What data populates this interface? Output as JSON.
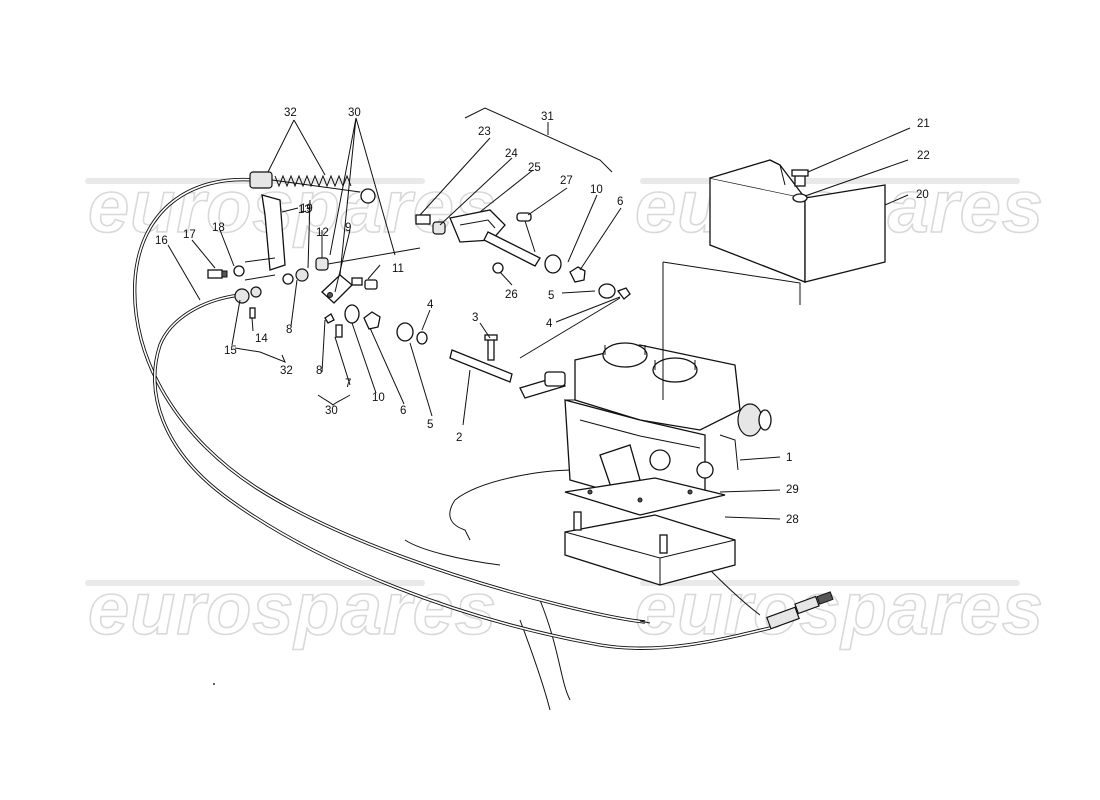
{
  "watermarks": [
    "eurospares",
    "eurospares",
    "eurospares",
    "eurospares"
  ],
  "callouts": [
    "1",
    "2",
    "3",
    "4",
    "4",
    "5",
    "5",
    "6",
    "6",
    "7",
    "8",
    "8",
    "9",
    "10",
    "10",
    "11",
    "12",
    "13",
    "14",
    "15",
    "16",
    "17",
    "18",
    "19",
    "20",
    "21",
    "22",
    "23",
    "24",
    "25",
    "26",
    "27",
    "28",
    "29",
    "30",
    "30",
    "31",
    "32",
    "32"
  ]
}
